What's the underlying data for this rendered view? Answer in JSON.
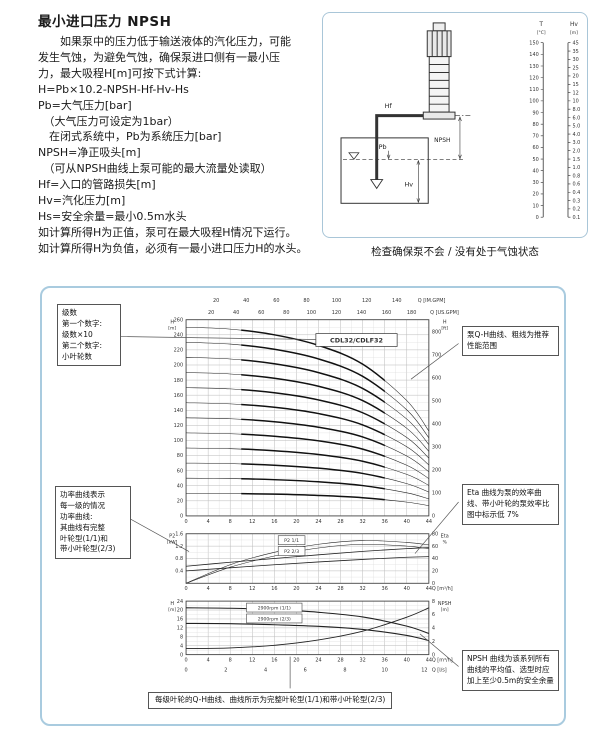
{
  "doc": {
    "title": "最小进口压力 NPSH",
    "body": "　　如果泵中的压力低于输送液体的汽化压力，可能\n发生气蚀，为避免气蚀，确保泵进口侧有一最小压\n力，最大吸程H[m]可按下式计算:\nH=Pb×10.2-NPSH-Hf-Hv-Hs\nPb=大气压力[bar]\n　（大气压力可设定为1bar）\n　在闭式系统中，Pb为系统压力[bar]\nNPSH=净正吸头[m]\n　（可从NPSH曲线上泵可能的最大流量处读取）\nHf=入口的管路损失[m]\nHv=汽化压力[m]\nHs=安全余量=最小0.5m水头\n如计算所得H为正值，泵可在最大吸程H情况下运行。\n如计算所得H为负值，必须有一最小进口压力H的水头。"
  },
  "diagram": {
    "caption": "检查确保泵不会 / 没有处于气蚀状态",
    "t_label": "T",
    "t_unit": "[°C]",
    "hv_label": "Hv",
    "hv_unit": "[m]",
    "t_ticks": [
      150,
      140,
      130,
      120,
      110,
      100,
      90,
      80,
      70,
      60,
      50,
      40,
      30,
      20,
      10,
      0
    ],
    "hv_ticks": [
      "45",
      "35",
      "30",
      "25",
      "20",
      "15",
      "12",
      "10",
      "8.0",
      "6.0",
      "5.0",
      "4.0",
      "3.0",
      "2.0",
      "1.5",
      "1.0",
      "0.8",
      "0.6",
      "0.4",
      "0.3",
      "0.2",
      "0.1"
    ],
    "labels": {
      "hf": "Hf",
      "pb": "Pb",
      "npsh": "NPSH",
      "hv": "Hv"
    }
  },
  "callouts": {
    "stages": "级数\n第一个数字:\n级数×10\n第二个数字:\n小叶轮数",
    "qh": "泵Q-H曲线、粗线为推荐性能范围",
    "power": "功率曲线表示\n每一级的情况\n功率曲线:\n其曲线有完整\n叶轮型(1/1)和\n带小叶轮型(2/3)",
    "eta": "Eta 曲线为泵的效率曲线、带小叶轮的泵效率比图中标示低 7%",
    "npsh": "NPSH 曲线为该系列所有曲线的平均值、选型时应加上至少0.5m的安全余量",
    "bottom": "每级叶轮的Q-H曲线、曲线所示为完整叶轮型(1/1)和带小叶轮型(2/3)"
  },
  "chart_data": [
    {
      "type": "line",
      "name": "qh-family",
      "title": "CDL32/CDLF32",
      "xlabel": "Q [m³/h]",
      "ylabel": "H [m]",
      "y2label": "H [ft]",
      "xlim": [
        0,
        44
      ],
      "ylim": [
        0,
        260
      ],
      "grid": true,
      "x_ticks": [
        0,
        4,
        8,
        12,
        16,
        20,
        24,
        28,
        32,
        36,
        40,
        44
      ],
      "y_ticks": [
        0,
        20,
        40,
        60,
        80,
        100,
        120,
        140,
        160,
        180,
        200,
        220,
        240,
        260
      ],
      "y2_ticks": [
        0,
        100,
        200,
        300,
        400,
        500,
        600,
        700,
        800
      ],
      "top_axis_1": {
        "label": "Q [IM.GPM]",
        "ticks": [
          20,
          40,
          60,
          80,
          100,
          120,
          140
        ]
      },
      "top_axis_2": {
        "label": "Q [US.GPM]",
        "ticks": [
          20,
          40,
          60,
          80,
          100,
          120,
          140,
          160,
          180
        ]
      },
      "bold_range": [
        10,
        36
      ],
      "x": [
        0,
        8,
        16,
        24,
        32,
        40,
        44
      ],
      "series": [
        {
          "name": "s1",
          "values": [
            30,
            29.7,
            28.8,
            27.1,
            24.1,
            18.3,
            13.5
          ]
        },
        {
          "name": "s2",
          "values": [
            50,
            49.5,
            48,
            45.2,
            40.2,
            30.6,
            22.5
          ]
        },
        {
          "name": "s3",
          "values": [
            70,
            69.3,
            67.2,
            63.3,
            56.3,
            42.8,
            31.5
          ]
        },
        {
          "name": "s4",
          "values": [
            90,
            89.1,
            86.4,
            81.4,
            72.4,
            55,
            40.5
          ]
        },
        {
          "name": "s5",
          "values": [
            110,
            108.9,
            105.6,
            99.5,
            88.5,
            67.2,
            49.5
          ]
        },
        {
          "name": "s6",
          "values": [
            130,
            128.7,
            124.8,
            117.5,
            104.6,
            79.4,
            58.5
          ]
        },
        {
          "name": "s7",
          "values": [
            150,
            148.5,
            144,
            135.6,
            120.6,
            91.7,
            67.5
          ]
        },
        {
          "name": "s8",
          "values": [
            170,
            168.3,
            163.2,
            153.7,
            136.7,
            103.9,
            76.5
          ]
        },
        {
          "name": "s9",
          "values": [
            190,
            188.1,
            182.4,
            171.8,
            152.8,
            116.1,
            85.5
          ]
        },
        {
          "name": "s10",
          "values": [
            210,
            207.9,
            201.6,
            189.9,
            168.9,
            128.3,
            94.5
          ]
        },
        {
          "name": "s11",
          "values": [
            230,
            227.7,
            220.8,
            208,
            185,
            140.5,
            103.5
          ]
        },
        {
          "name": "s12",
          "values": [
            250,
            247.5,
            240,
            226,
            201.1,
            152.8,
            112.5
          ]
        }
      ]
    },
    {
      "type": "line",
      "name": "power-efficiency",
      "xlabel": "Q [m³/h]",
      "ylabel": "P2 [kW]",
      "y2label": "Eta %",
      "xlim": [
        0,
        44
      ],
      "ylim": [
        0,
        1.6
      ],
      "y2lim": [
        0,
        80
      ],
      "grid": true,
      "x_ticks": [
        0,
        4,
        8,
        12,
        16,
        20,
        24,
        28,
        32,
        36,
        40,
        44
      ],
      "y_ticks": [
        0.4,
        0.8,
        1.2,
        1.6
      ],
      "y2_ticks": [
        0,
        20,
        40,
        60,
        80
      ],
      "x": [
        0,
        8,
        16,
        24,
        32,
        40,
        44
      ],
      "series": [
        {
          "name": "P2 1/1",
          "axis": "left",
          "values": [
            0.55,
            0.68,
            0.8,
            0.92,
            1.03,
            1.12,
            1.15
          ]
        },
        {
          "name": "P2 2/3",
          "axis": "left",
          "values": [
            0.4,
            0.5,
            0.6,
            0.69,
            0.77,
            0.84,
            0.86
          ]
        },
        {
          "name": "Eta 1/1",
          "axis": "right",
          "values": [
            0,
            30,
            50,
            63,
            69,
            66,
            62
          ]
        },
        {
          "name": "Eta 2/3",
          "axis": "right",
          "values": [
            0,
            26,
            44,
            57,
            63,
            60,
            56
          ]
        }
      ]
    },
    {
      "type": "line",
      "name": "single-stage-npsh",
      "xlabel": "Q [m³/h]",
      "xlabel2": "Q [l/s]",
      "ylabel": "H [m]",
      "y2label": "NPSH [m]",
      "xlim": [
        0,
        44
      ],
      "ylim": [
        0,
        24
      ],
      "y2lim": [
        0,
        8
      ],
      "grid": true,
      "x_ticks": [
        0,
        4,
        8,
        12,
        16,
        20,
        24,
        28,
        32,
        36,
        40,
        44
      ],
      "ls_ticks": [
        0,
        2,
        4,
        6,
        8,
        10,
        12
      ],
      "y_ticks": [
        0,
        4,
        8,
        12,
        16,
        20,
        24
      ],
      "y2_ticks": [
        0,
        2,
        4,
        6,
        8
      ],
      "x": [
        0,
        8,
        16,
        24,
        32,
        40,
        44
      ],
      "series": [
        {
          "name": "2900rpm (1/1)",
          "axis": "left",
          "values": [
            21,
            20.8,
            20.2,
            19,
            16.9,
            12.8,
            9.5
          ]
        },
        {
          "name": "2900rpm (2/3)",
          "axis": "left",
          "values": [
            14,
            13.9,
            13.4,
            12.7,
            11.3,
            8.6,
            6.3
          ]
        },
        {
          "name": "NPSH",
          "axis": "right",
          "values": [
            0.9,
            1,
            1.4,
            2.2,
            3.5,
            5.6,
            7
          ]
        }
      ]
    }
  ]
}
